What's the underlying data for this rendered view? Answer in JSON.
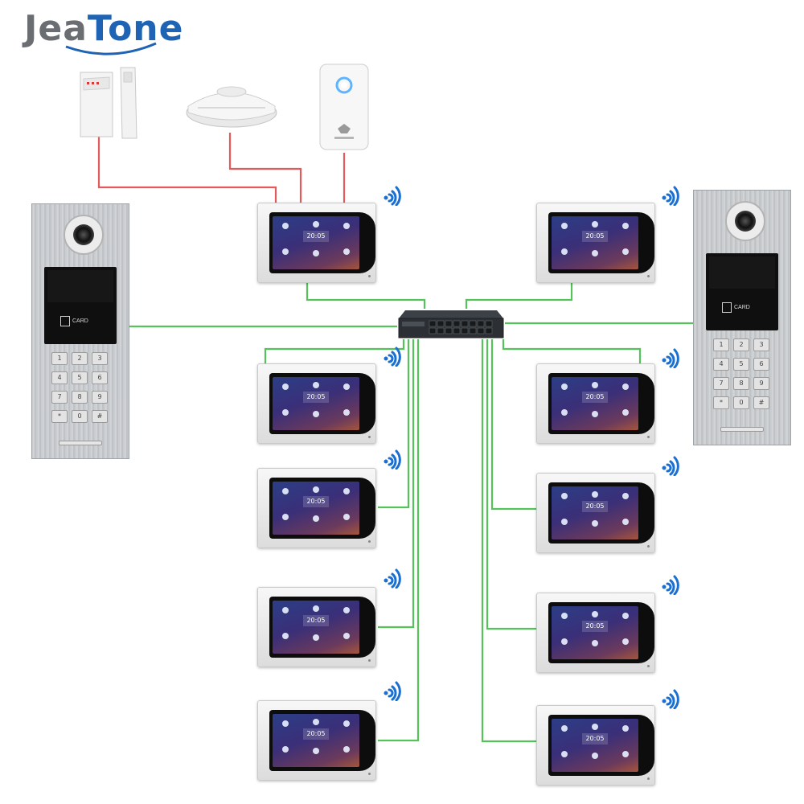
{
  "brand": {
    "logo_part1": "Jea",
    "logo_part2": "Tone",
    "gray": "#6a6e73",
    "blue": "#1e63b4"
  },
  "colors": {
    "network_cable": "#55c25c",
    "alarm_wire": "#e35a5a",
    "wifi_signal": "#1a6fd1"
  },
  "monitor": {
    "clock": "20:05"
  },
  "door_station": {
    "card_label": "CARD",
    "keys": [
      "1",
      "2",
      "3",
      "4",
      "5",
      "6",
      "7",
      "8",
      "9",
      "*",
      "0",
      "#"
    ]
  },
  "devices": {
    "door_sensor": "door-sensor-icon",
    "smoke_detector": "smoke-detector-icon",
    "gateway": "gateway-icon",
    "switch": "network-switch-icon"
  }
}
